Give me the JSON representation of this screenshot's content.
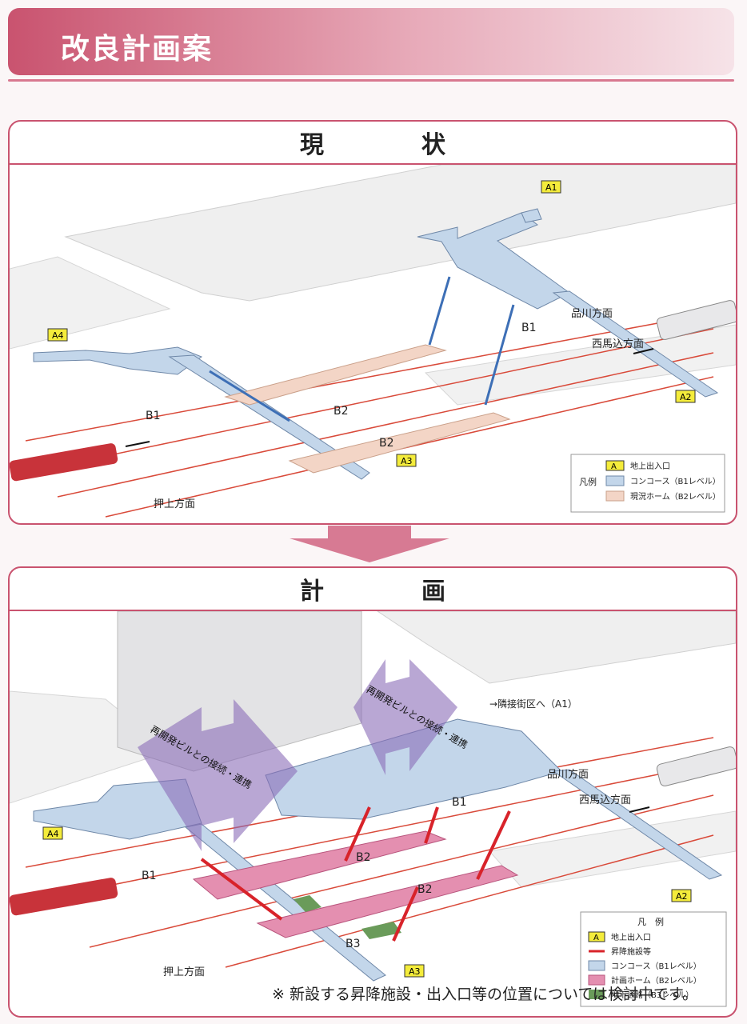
{
  "page_title": "改良計画案",
  "current": {
    "heading": "現　状",
    "entrances": [
      "A1",
      "A2",
      "A3",
      "A4"
    ],
    "labels": {
      "b1_left": "B1",
      "b1_right": "B1",
      "b2_top": "B2",
      "b2_bottom": "B2",
      "to_shinagawa": "品川方面",
      "to_nishimagome": "西馬込方面",
      "to_oshiage": "押上方面"
    },
    "legend": {
      "title": "凡例",
      "items": [
        {
          "key": "A",
          "label": "地上出入口",
          "color": "#f4ec3b"
        },
        {
          "key": "",
          "label": "コンコース（B1レベル）",
          "color": "#c3d6ea"
        },
        {
          "key": "",
          "label": "現況ホーム（B2レベル）",
          "color": "#f3d5c6"
        }
      ]
    }
  },
  "plan": {
    "heading": "計　画",
    "entrances": [
      "A2",
      "A3",
      "A4"
    ],
    "labels": {
      "b1_left": "B1",
      "b1_right": "B1",
      "b2_top": "B2",
      "b2_bottom": "B2",
      "b3": "B3",
      "to_shinagawa": "品川方面",
      "to_nishimagome": "西馬込方面",
      "to_oshiage": "押上方面",
      "adjacent": "→隣接街区へ（A1）",
      "redev_left": "再開発ビルとの接続・連携",
      "redev_right": "再開発ビルとの接続・連携"
    },
    "legend": {
      "title": "凡　例",
      "items": [
        {
          "key": "A",
          "label": "地上出入口",
          "color": "#f4ec3b"
        },
        {
          "key": "",
          "label": "昇降施設等",
          "color": "#d8232a"
        },
        {
          "key": "",
          "label": "コンコース（B1レベル）",
          "color": "#c3d6ea"
        },
        {
          "key": "",
          "label": "計画ホーム（B2レベル）",
          "color": "#e48fb0"
        },
        {
          "key": "",
          "label": "地下通路（B3レベル）",
          "color": "#6a9b5a"
        }
      ]
    }
  },
  "footnote": "※ 新設する昇降施設・出入口等の位置については検討中です。",
  "colors": {
    "accent": "#c9536f",
    "concourse": "#c3d6ea",
    "platform_current": "#f3d5c6",
    "platform_plan": "#e48fb0",
    "passage": "#6a9b5a",
    "arrow": "#d8232a",
    "track": "#d94a3a",
    "entrance": "#f4ec3b",
    "redev": "#8a6cb8"
  }
}
